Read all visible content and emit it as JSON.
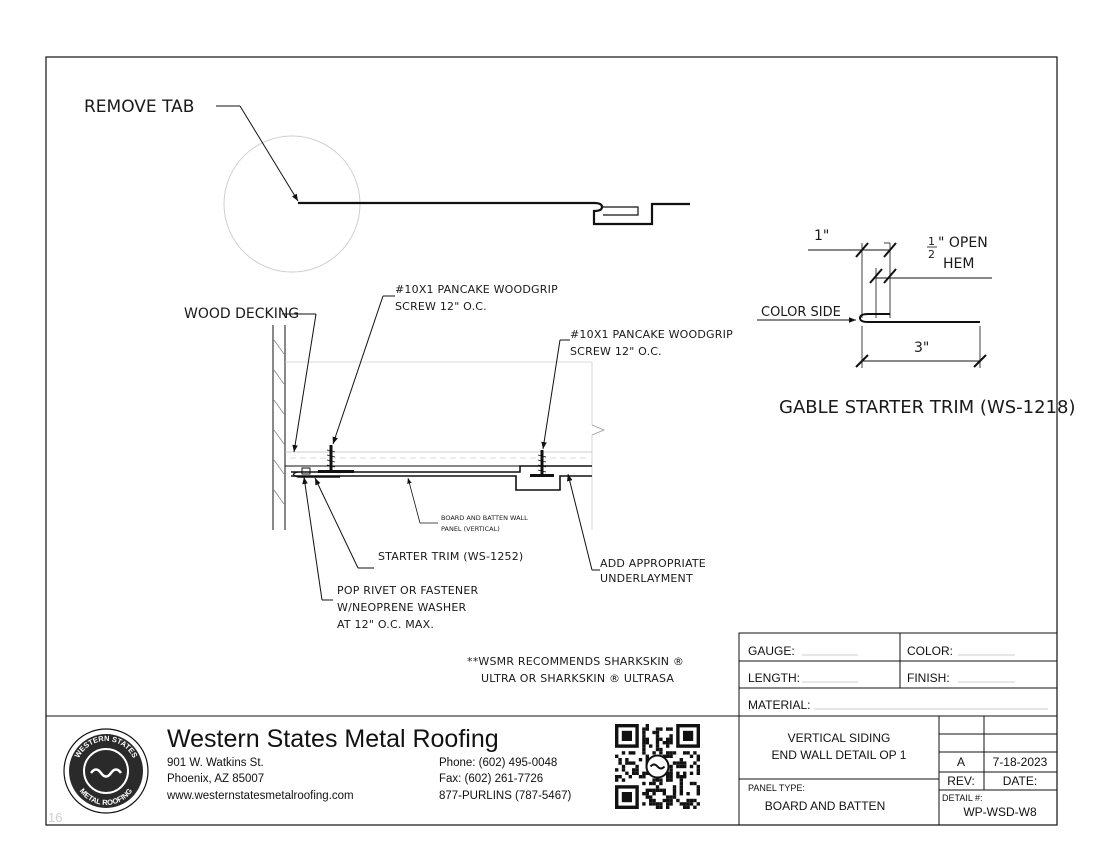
{
  "drawing": {
    "callouts": {
      "remove_tab": "REMOVE TAB",
      "wood_decking": "WOOD DECKING",
      "screw_left_line1": "#10X1 PANCAKE WOODGRIP",
      "screw_left_line2": "SCREW 12\" O.C.",
      "screw_right_line1": "#10X1 PANCAKE WOODGRIP",
      "screw_right_line2": "SCREW 12\" O.C.",
      "panel_line1": "BOARD AND BATTEN WALL",
      "panel_line2": "PANEL (VERTICAL)",
      "starter_trim": "STARTER TRIM (WS-1252)",
      "underlayment_line1": "ADD APPROPRIATE",
      "underlayment_line2": "UNDERLAYMENT",
      "rivet_line1": "POP RIVET OR FASTENER",
      "rivet_line2": "W/NEOPRENE WASHER",
      "rivet_line3": "AT 12\" O.C. MAX.",
      "note_line1": "**WSMR RECOMMENDS SHARKSKIN ®",
      "note_line2": "ULTRA OR SHARKSKIN ® ULTRASA"
    },
    "gable": {
      "dim_1": "1\"",
      "half_num": "1",
      "half_den": "2",
      "open_label": "\" OPEN",
      "hem_label": "HEM",
      "color_side": "COLOR SIDE",
      "dim_3": "3\"",
      "title": "GABLE STARTER TRIM (WS-1218)"
    }
  },
  "title_block": {
    "gauge_label": "GAUGE:",
    "color_label": "COLOR:",
    "length_label": "LENGTH:",
    "finish_label": "FINISH:",
    "material_label": "MATERIAL:",
    "description_line1": "VERTICAL SIDING",
    "description_line2": "END WALL DETAIL OP 1",
    "rev_value": "A",
    "date_value": "7-18-2023",
    "rev_label": "REV:",
    "date_label": "DATE:",
    "panel_type_label": "PANEL TYPE:",
    "panel_type_value": "BOARD AND BATTEN",
    "detail_label": "DETAIL #:",
    "detail_value": "WP-WSD-W8"
  },
  "company": {
    "name": "Western States Metal Roofing",
    "address_line1": "901 W. Watkins St.",
    "address_line2": "Phoenix, AZ 85007",
    "website": "www.westernstatesmetalroofing.com",
    "phone": "Phone: (602) 495-0048",
    "fax": "Fax: (602) 261-7726",
    "tollfree": "877-PURLINS (787-5467)",
    "logo_text_top": "WESTERN STATES",
    "logo_text_bottom": "METAL ROOFING",
    "page_number": "16"
  },
  "icons": {
    "logo": "wsmr-logo-icon",
    "qr": "qr-code-icon"
  },
  "colors": {
    "ink": "#111111",
    "light_line": "#c8c8c8"
  }
}
